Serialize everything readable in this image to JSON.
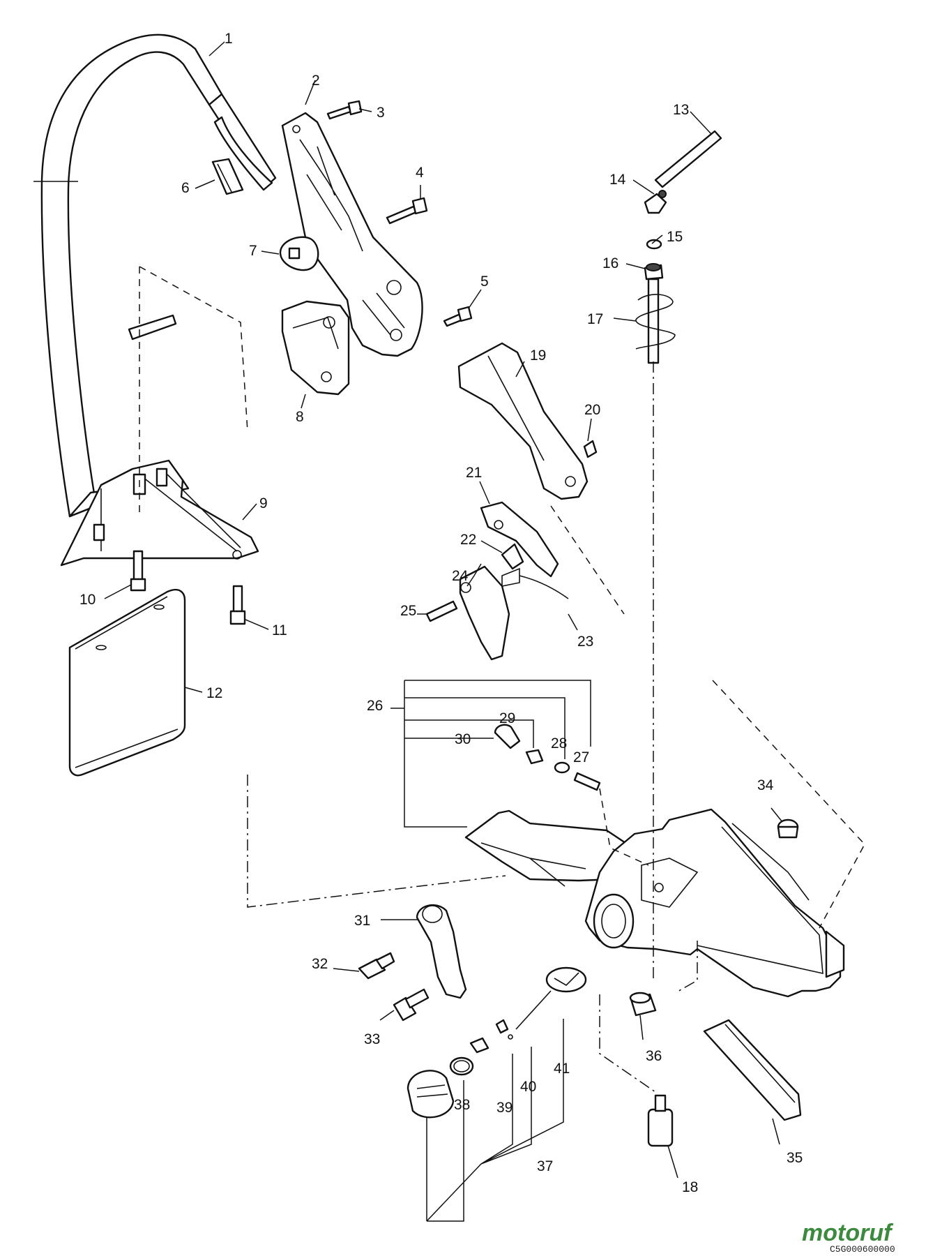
{
  "labels": {
    "l1": "1",
    "l2": "2",
    "l3": "3",
    "l4": "4",
    "l5": "5",
    "l6": "6",
    "l7": "7",
    "l8": "8",
    "l9": "9",
    "l10": "10",
    "l11": "11",
    "l12": "12",
    "l13": "13",
    "l14": "14",
    "l15": "15",
    "l16": "16",
    "l17": "17",
    "l18": "18",
    "l19": "19",
    "l20": "20",
    "l21": "21",
    "l22": "22",
    "l23": "23",
    "l24": "24",
    "l25": "25",
    "l26": "26",
    "l27": "27",
    "l28": "28",
    "l29": "29",
    "l30": "30",
    "l31": "31",
    "l32": "32",
    "l33": "33",
    "l34": "34",
    "l35": "35",
    "l36": "36",
    "l37": "37",
    "l38": "38",
    "l39": "39",
    "l40": "40",
    "l41": "41"
  },
  "watermark": {
    "text": "motoruf",
    "code": "C5G000600000"
  },
  "colors": {
    "ink": "#111111",
    "background": "#ffffff",
    "watermark_green": "#3b8a3e"
  }
}
